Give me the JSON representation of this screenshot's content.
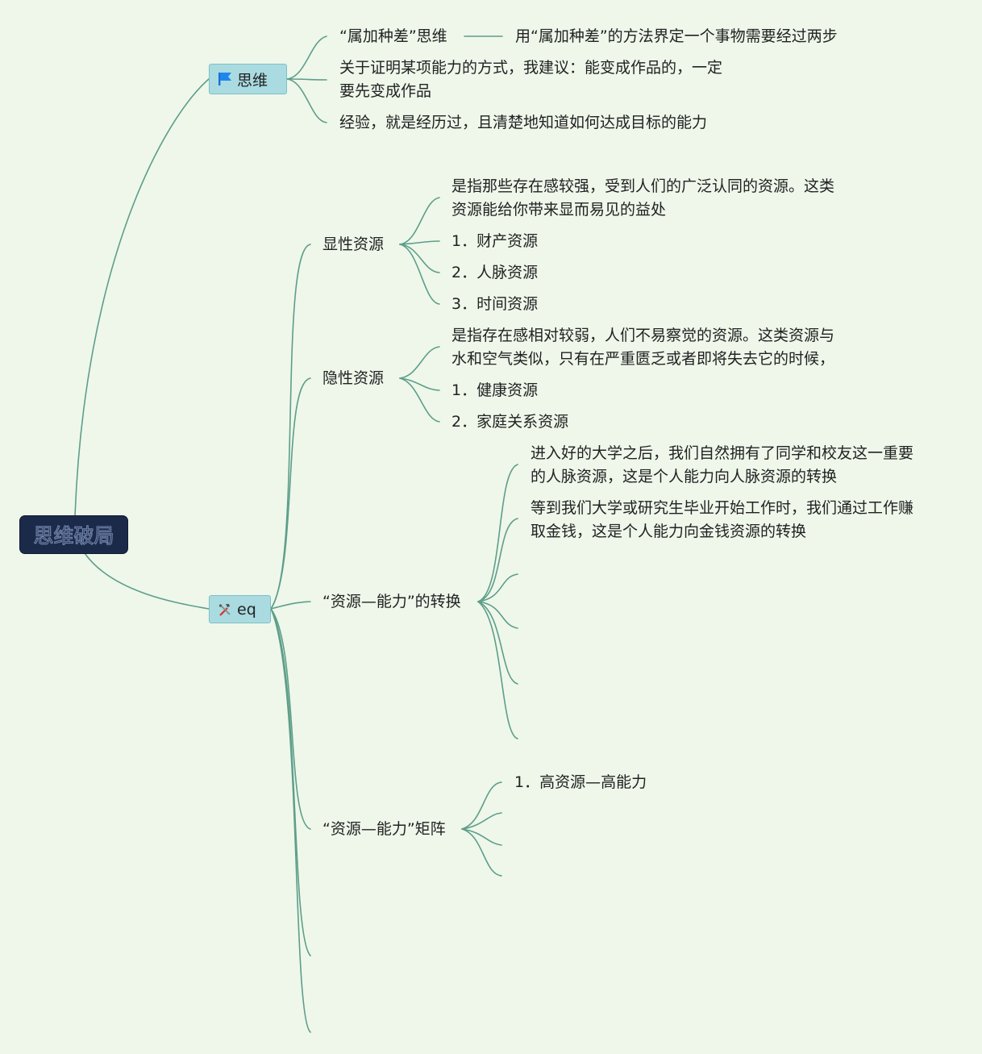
{
  "root": {
    "label": "思维破局"
  },
  "branches": [
    {
      "label": "思维",
      "icon": "flag-icon",
      "children": [
        {
          "label": "“属加种差”思维",
          "child": "用“属加种差”的方法界定一个事物需要经过两步"
        },
        {
          "lines": [
            "关于证明某项能力的方式，我建议：能变成作品的，一定",
            "要先变成作品"
          ]
        },
        {
          "label": "经验，就是经历过，且清楚地知道如何达成目标的能力"
        }
      ]
    },
    {
      "label": "eq",
      "icon": "tools-icon",
      "children": [
        {
          "label": "显性资源",
          "children": [
            {
              "lines": [
                "是指那些存在感较强，受到人们的广泛认同的资源。这类",
                "资源能给你带来显而易见的益处"
              ]
            },
            {
              "label": "1．财产资源"
            },
            {
              "label": "2．人脉资源"
            },
            {
              "label": "3．时间资源"
            }
          ]
        },
        {
          "label": "隐性资源",
          "children": [
            {
              "lines": [
                "是指存在感相对较弱，人们不易察觉的资源。这类资源与",
                "水和空气类似，只有在严重匮乏或者即将失去它的时候，"
              ]
            },
            {
              "label": "1．健康资源"
            },
            {
              "label": "2．家庭关系资源"
            }
          ]
        },
        {
          "label": "“资源—能力”的转换",
          "children": [
            {
              "lines": [
                "进入好的大学之后，我们自然拥有了同学和校友这一重要",
                "的人脉资源，这是个人能力向人脉资源的转换"
              ]
            },
            {
              "lines": [
                "等到我们大学或研究生毕业开始工作时，我们通过工作赚",
                "取金钱，这是个人能力向金钱资源的转换"
              ]
            }
          ]
        },
        {
          "label": "“资源—能力”矩阵",
          "children": [
            {
              "label": "1．高资源—高能力"
            }
          ]
        }
      ]
    }
  ],
  "colors": {
    "line": "#5e9e8a",
    "background": "#eef7ea",
    "root_fill": "#1c2a4a",
    "node_fill": "#a9dbe1"
  }
}
